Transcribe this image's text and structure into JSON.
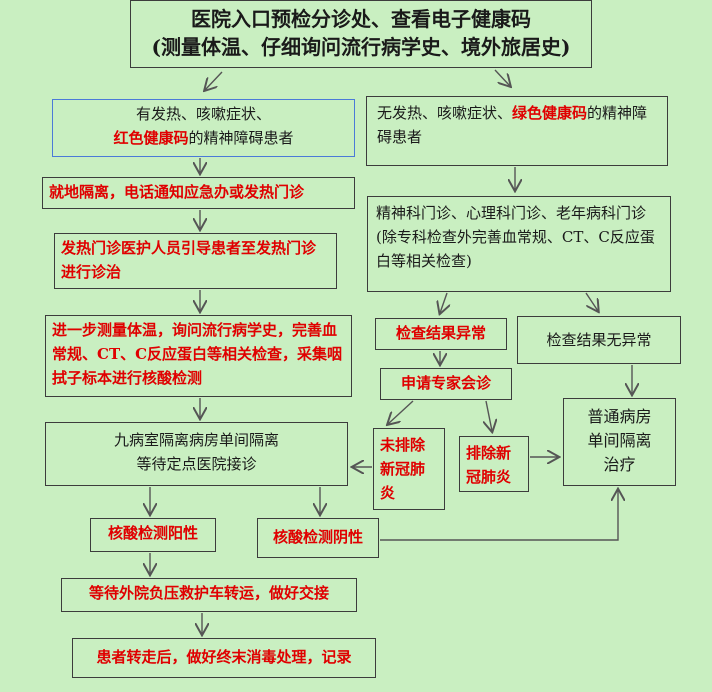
{
  "colors": {
    "background": "#c9efc1",
    "border": "#3c3c3c",
    "red_text": "#e00000",
    "black_text": "#1a1a1a",
    "arrow": "#555555"
  },
  "boxes": {
    "title": {
      "line1": "医院入口预检分诊处、查看电子健康码",
      "line2": "(测量体温、仔细询问流行病学史、境外旅居史)"
    },
    "left_fever": {
      "line1": "有发热、咳嗽症状、",
      "red": "红色健康码",
      "rest": "的精神障碍患者"
    },
    "right_no_fever": {
      "pre": "无发热、咳嗽症状、",
      "green": "绿色健康码",
      "post": "的精神障碍患者"
    },
    "isolate_call": {
      "text": "就地隔离，电话通知应急办或发热门诊"
    },
    "guide_fever_clinic": {
      "text": "发热门诊医护人员引导患者至发热门诊进行诊治"
    },
    "psych_clinic": {
      "text": "精神科门诊、心理科门诊、老年病科门诊(除专科检查外完善血常规、CT、C反应蛋白等相关检查)"
    },
    "further_test": {
      "text": "进一步测量体温，询问流行病学史，完善血常规、CT、C反应蛋白等相关检查，采集咽拭子标本进行核酸检测"
    },
    "abnormal": {
      "text": "检查结果异常"
    },
    "normal": {
      "text": "检查结果无异常"
    },
    "consult": {
      "text": "申请专家会诊"
    },
    "ward9": {
      "line1": "九病室隔离病房单间隔离",
      "line2": "等待定点医院接诊"
    },
    "not_excluded": {
      "text": "未排除新冠肺炎"
    },
    "excluded": {
      "text": "排除新冠肺炎"
    },
    "general_ward": {
      "text": "普通病房单间隔离治疗"
    },
    "positive": {
      "text": "核酸检测阳性"
    },
    "negative": {
      "text": "核酸检测阴性"
    },
    "transfer": {
      "text": "等待外院负压救护车转运，做好交接"
    },
    "disinfect": {
      "text": "患者转走后，做好终末消毒处理，记录"
    }
  }
}
